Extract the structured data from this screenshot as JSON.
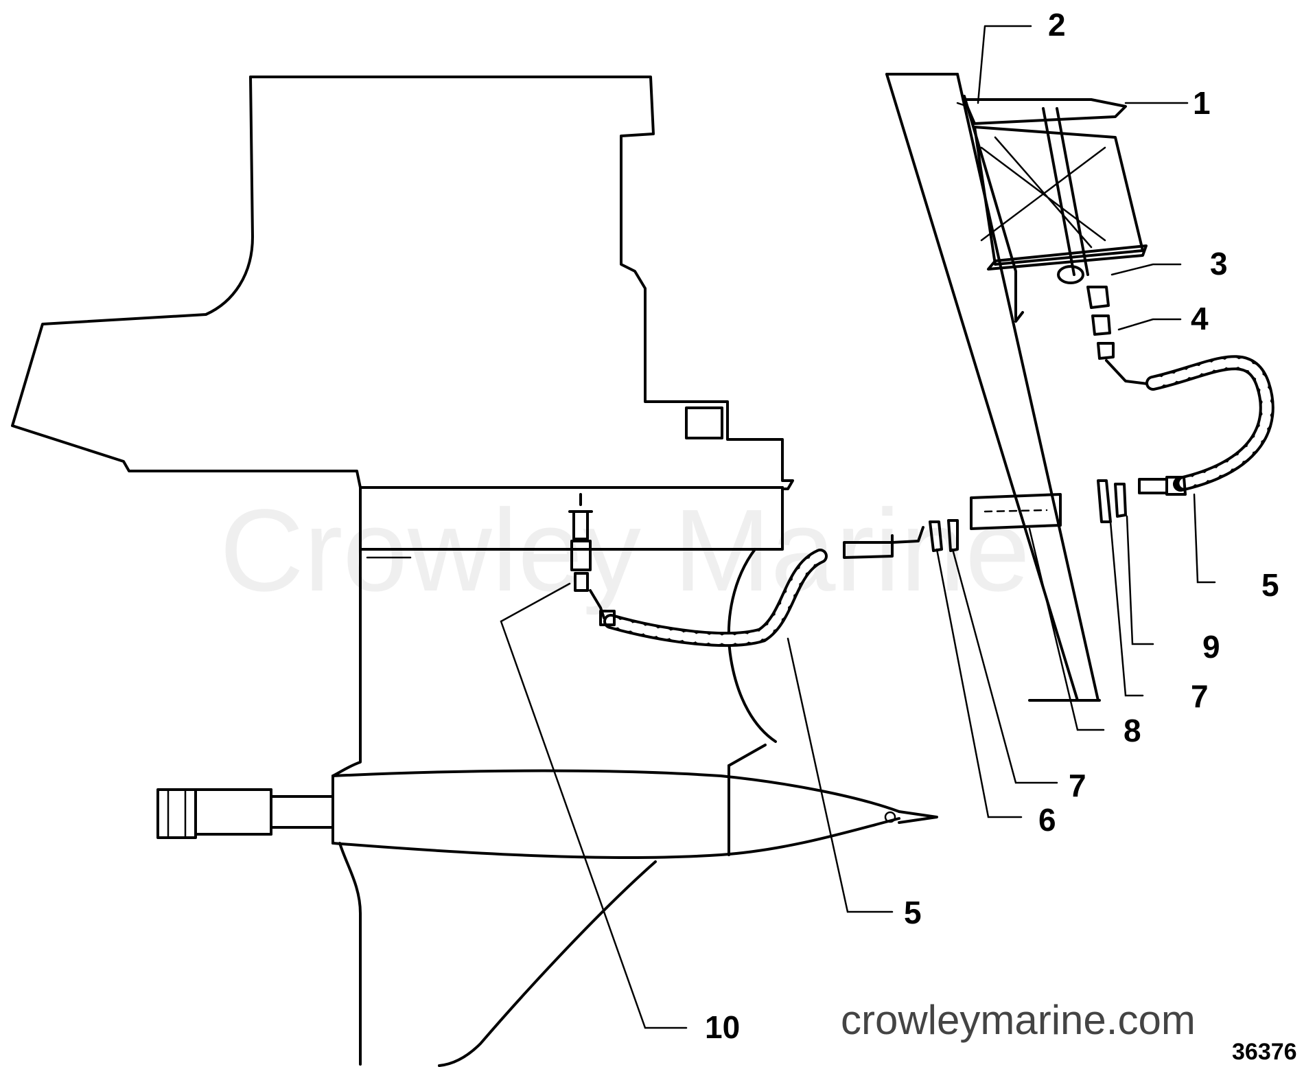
{
  "watermark": "Crowley Marine",
  "website": "crowleymarine.com",
  "figure_number": "36376",
  "callouts": {
    "c1": "1",
    "c2": "2",
    "c3": "3",
    "c4": "4",
    "c5_right": "5",
    "c9": "9",
    "c7_right": "7",
    "c8": "8",
    "c7_left": "7",
    "c6": "6",
    "c5_bottom": "5",
    "c10": "10"
  }
}
